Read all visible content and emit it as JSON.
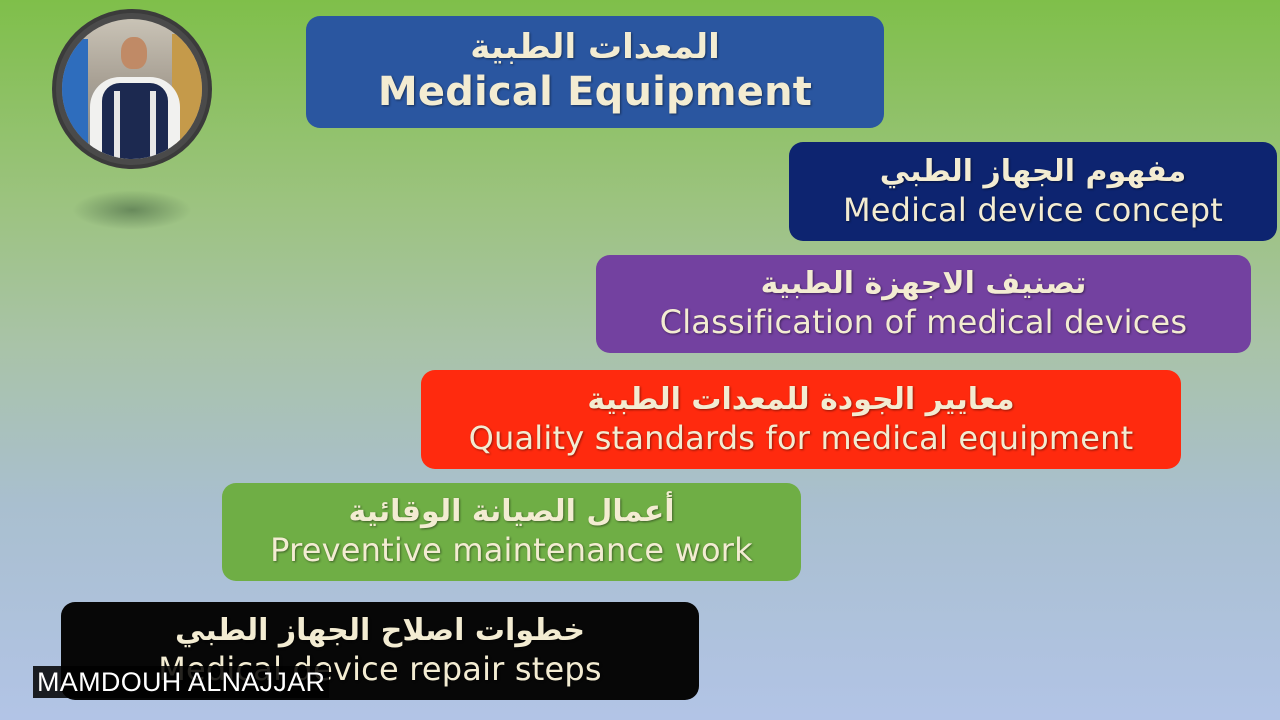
{
  "title": {
    "arabic": "المعدات الطبية",
    "english": "Medical Equipment",
    "color": "#2a56a0"
  },
  "topics": [
    {
      "arabic": "مفهوم الجهاز الطبي",
      "english": "Medical device concept",
      "color": "#0d2470"
    },
    {
      "arabic": "تصنيف الاجهزة الطبية",
      "english": "Classification of medical devices",
      "color": "#7341a0"
    },
    {
      "arabic": "معايير الجودة للمعدات الطبية",
      "english": "Quality standards for medical equipment",
      "color": "#ff2a0e"
    },
    {
      "arabic": "أعمال الصيانة الوقائية",
      "english": "Preventive maintenance work",
      "color": "#6fae45"
    },
    {
      "arabic": "خطوات اصلاح الجهاز الطبي",
      "english": "Medical device repair steps",
      "color": "#070707"
    }
  ],
  "presenter": {
    "watermark": "MAMDOUH ALNAJJAR",
    "avatar_icon": "presenter-photo"
  }
}
